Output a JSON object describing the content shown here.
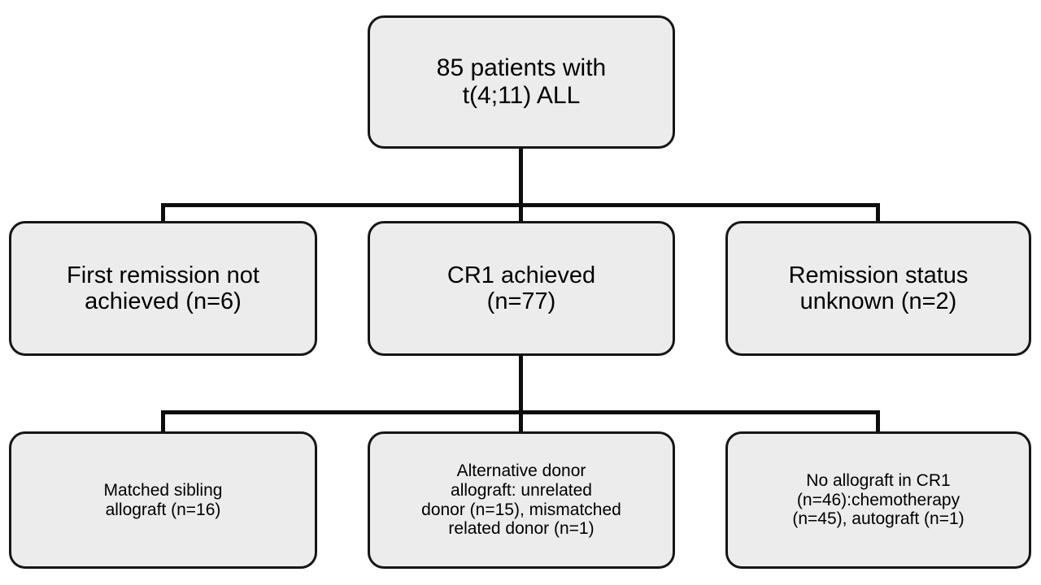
{
  "figure": {
    "type": "flowchart",
    "orientation": "top-down",
    "background_color": "#ffffff",
    "node_fill_color": "#ececec",
    "node_border_color": "#161616",
    "connector_color": "#0d0d0d"
  },
  "nodes": {
    "root": {
      "id": "root",
      "text": "85 patients with\nt(4;11) ALL",
      "line1": "85 patients with",
      "line2": "t(4;11) ALL",
      "count": 85
    },
    "level1": [
      {
        "id": "no-first-remission",
        "text": "First remission not\nachieved (n=6)",
        "count": 6
      },
      {
        "id": "cr1-achieved",
        "text": "CR1 achieved\n(n=77)",
        "count": 77
      },
      {
        "id": "remission-unknown",
        "text": "Remission status\nunknown (n=2)",
        "count": 2
      }
    ],
    "level2": [
      {
        "id": "matched-sibling-allograft",
        "text": "Matched sibling\nallograft (n=16)",
        "count": 16
      },
      {
        "id": "alternative-donor-allograft",
        "text": "Alternative donor\nallograft: unrelated\ndonor (n=15), mismatched\nrelated donor (n=1)",
        "counts": {
          "unrelated_donor": 15,
          "mismatched_related_donor": 1
        }
      },
      {
        "id": "no-allograft-in-cr1",
        "text": "No allograft in CR1\n(n=46):chemotherapy\n(n=45), autograft (n=1)",
        "counts": {
          "total": 46,
          "chemotherapy": 45,
          "autograft": 1
        }
      }
    ]
  }
}
